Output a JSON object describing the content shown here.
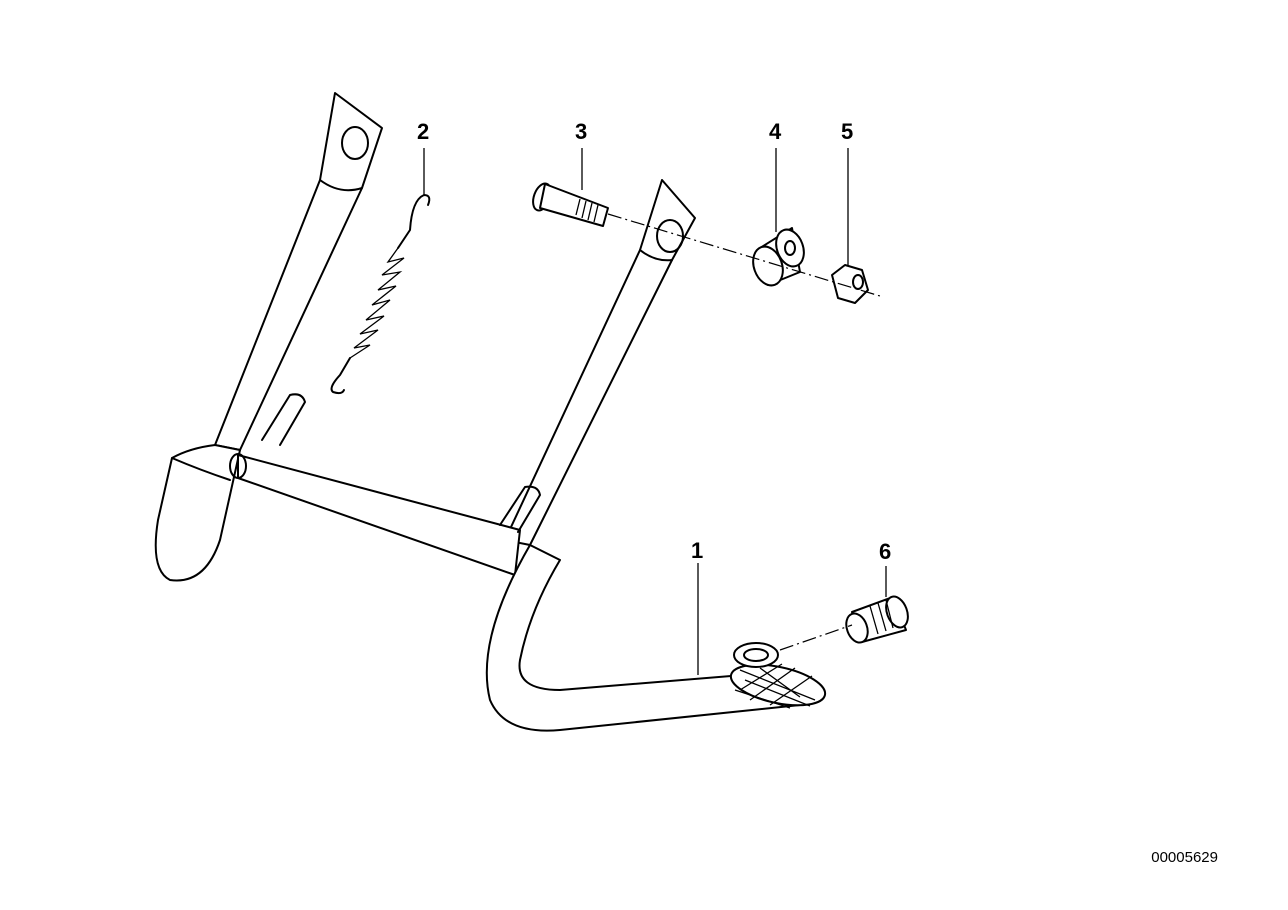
{
  "callouts": [
    {
      "id": "1",
      "label": "1"
    },
    {
      "id": "2",
      "label": "2"
    },
    {
      "id": "3",
      "label": "3"
    },
    {
      "id": "4",
      "label": "4"
    },
    {
      "id": "5",
      "label": "5"
    },
    {
      "id": "6",
      "label": "6"
    }
  ],
  "drawing_number": "00005629"
}
